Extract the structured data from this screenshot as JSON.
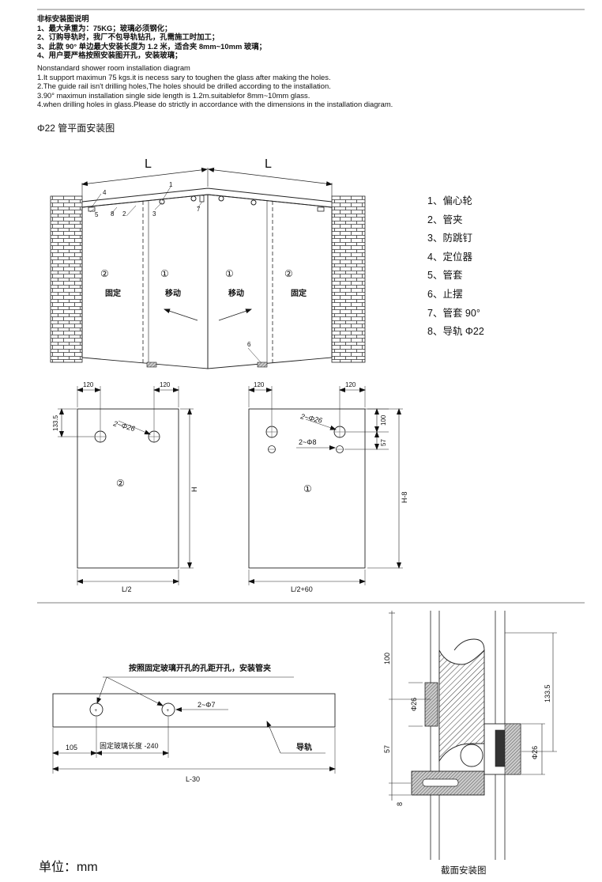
{
  "notes_cn": {
    "title": "非标安装图说明",
    "lines": [
      "1、最大承重为：75KG；玻璃必须钢化；",
      "2、订购导轨时，我厂不包导轨钻孔，孔需施工时加工；",
      "3、此款 90°  单边最大安装长度为 1.2 米，适合夹 8mm~10mm 玻璃；",
      "4、用户要严格按照安装图开孔，安装玻璃；"
    ]
  },
  "notes_en": {
    "title": "Nonstandard shower room installation diagram",
    "lines": [
      "1.It support maximun 75 kgs.it is necess sary to toughen the glass after making the holes.",
      "2.The guide rail isn't drilling holes,The holes should be drilled according to the installation.",
      "3.90°   maximun installation single side length is 1.2m.suitablefor 8mm~10mm glass.",
      "4.when drilling holes in glass.Please do strictly in accordance with the dimensions in the installation diagram."
    ]
  },
  "plan": {
    "title": "Φ22 管平面安装图",
    "dim_L": "L",
    "callouts": [
      "1",
      "2",
      "3",
      "4",
      "5",
      "6",
      "7",
      "8"
    ],
    "panels": {
      "marker_fixed": "②",
      "marker_moving": "①",
      "fixed_label": "固定",
      "moving_label": "移动"
    }
  },
  "legend": [
    "1、偏心轮",
    "2、管夹",
    "3、防跳钉",
    "4、定位器",
    "5、管套",
    "6、止摆",
    "7、管套 90°",
    "8、导轨 Φ22"
  ],
  "fixed_glass": {
    "marker": "②",
    "dim_offset": "120",
    "dim_top": "133.5",
    "hole_label": "2~Φ26",
    "height_label": "H",
    "width_label": "L/2"
  },
  "moving_glass": {
    "marker": "①",
    "dim_offset": "120",
    "dim_top": "100",
    "dim_gap": "57",
    "hole_big_label": "2~Φ26",
    "hole_small_label": "2~Φ8",
    "height_label": "H-8",
    "width_label": "L/2+60"
  },
  "rail": {
    "note": "按照固定玻璃开孔的孔距开孔，安装管夹",
    "hole_label": "2~Φ7",
    "dim_left": "105",
    "dim_mid": "固定玻璃长度 -240",
    "rail_label": "导轨",
    "length_label": "L-30"
  },
  "section": {
    "title": "截面安装图",
    "dim_100": "100",
    "dim_d26_left": "Φ26",
    "dim_57": "57",
    "dim_8": "8",
    "dim_1335": "133.5",
    "dim_d26_right": "Φ26"
  },
  "unit": "单位：mm"
}
